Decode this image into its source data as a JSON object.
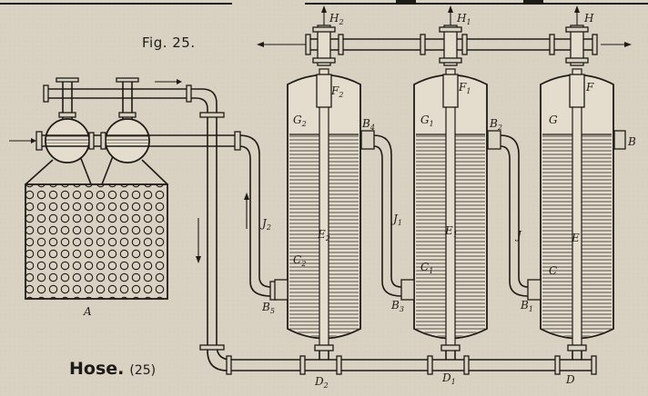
{
  "figure_label": "Fig. 25.",
  "caption": {
    "title": "Hose.",
    "number": "(25)"
  },
  "labels": {
    "A": "A",
    "H2": "H",
    "H2_sub": "2",
    "H1": "H",
    "H1_sub": "1",
    "H": "H",
    "F2": "F",
    "F2_sub": "2",
    "F1": "F",
    "F1_sub": "1",
    "F": "F",
    "G2": "G",
    "G2_sub": "2",
    "G1": "G",
    "G1_sub": "1",
    "G": "G",
    "B4": "B",
    "B4_sub": "4",
    "B2": "B",
    "B2_sub": "2",
    "B": "B",
    "E2": "E",
    "E2_sub": "2",
    "E1": "E",
    "E1_sub": "1",
    "E": "E",
    "C2": "C",
    "C2_sub": "2",
    "C1": "C",
    "C1_sub": "1",
    "C": "C",
    "J2": "J",
    "J2_sub": "2",
    "J1": "J",
    "J1_sub": "1",
    "J": "J",
    "B5": "B",
    "B5_sub": "5",
    "B3": "B",
    "B3_sub": "3",
    "B1": "B",
    "B1_sub": "1",
    "D2": "D",
    "D2_sub": "2",
    "D1": "D",
    "D1_sub": "1",
    "D": "D"
  }
}
